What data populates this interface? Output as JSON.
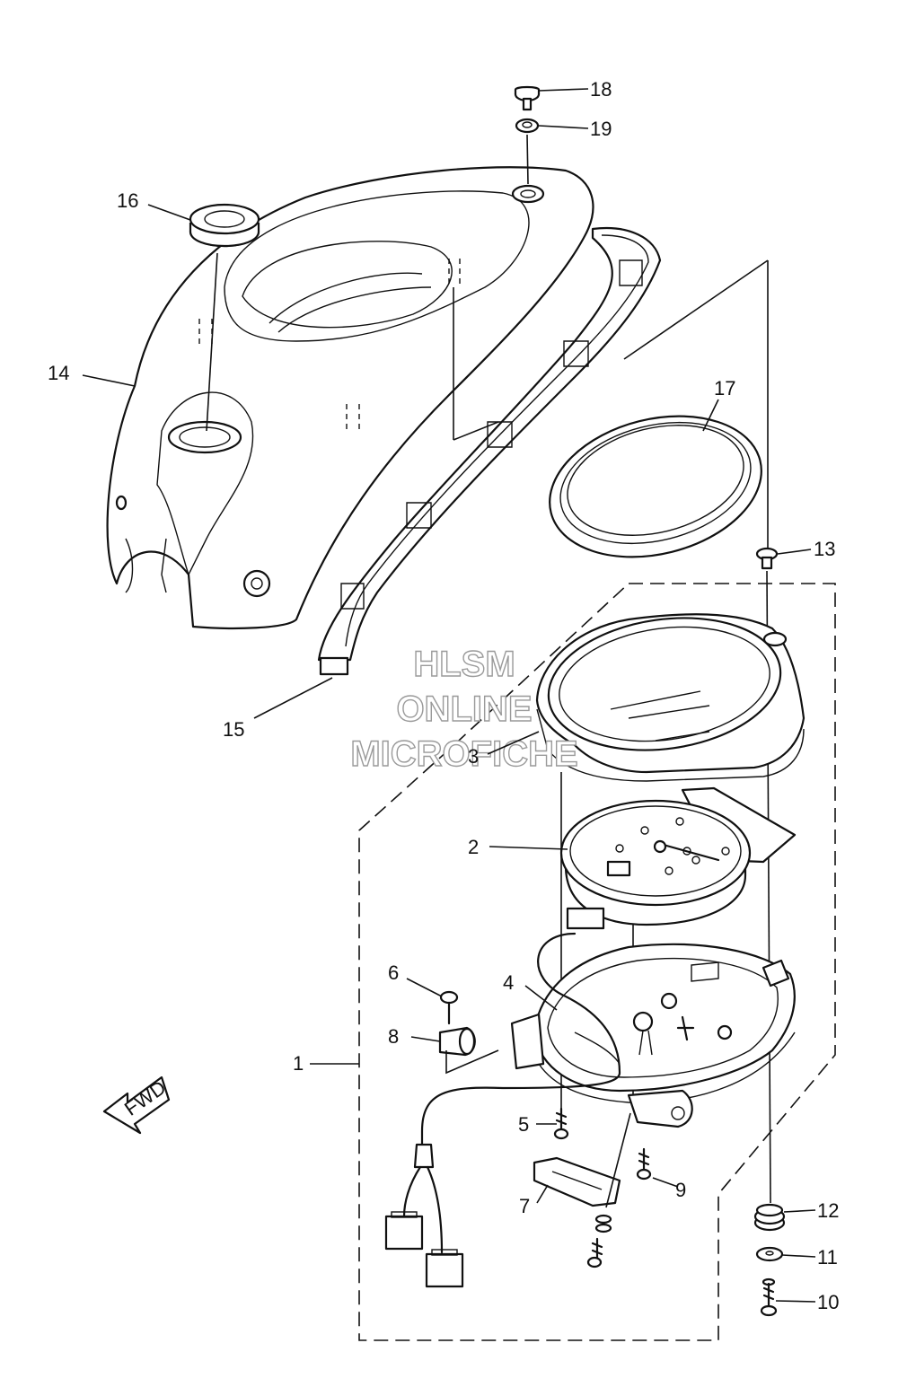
{
  "watermark": {
    "line1": "HLSM",
    "line2": "ONLINE",
    "line3": "MICROFICHE"
  },
  "fwd_arrow_label": "FWD",
  "callouts": [
    {
      "id": "1",
      "label": "1"
    },
    {
      "id": "2",
      "label": "2"
    },
    {
      "id": "3",
      "label": "3"
    },
    {
      "id": "4",
      "label": "4"
    },
    {
      "id": "5",
      "label": "5"
    },
    {
      "id": "6",
      "label": "6"
    },
    {
      "id": "7",
      "label": "7"
    },
    {
      "id": "8",
      "label": "8"
    },
    {
      "id": "9",
      "label": "9"
    },
    {
      "id": "10",
      "label": "10"
    },
    {
      "id": "11",
      "label": "11"
    },
    {
      "id": "12",
      "label": "12"
    },
    {
      "id": "13",
      "label": "13"
    },
    {
      "id": "14",
      "label": "14"
    },
    {
      "id": "15",
      "label": "15"
    },
    {
      "id": "16",
      "label": "16"
    },
    {
      "id": "17",
      "label": "17"
    },
    {
      "id": "18",
      "label": "18"
    },
    {
      "id": "19",
      "label": "19"
    }
  ]
}
